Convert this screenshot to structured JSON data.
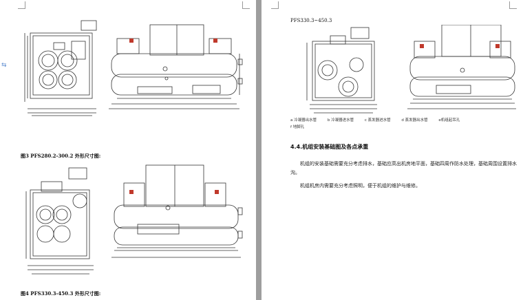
{
  "left_page": {
    "figure3_caption": "图3  PFS280.2-300.2 外形尺寸图:",
    "figure4_caption": "图4  PFS330.3-450.3 外形尺寸图:"
  },
  "right_page": {
    "model_header": "PFS330.3~450.3",
    "legend": {
      "a": "a 冷凝器出水管",
      "b": "b 冷凝器进水管",
      "c": "c 蒸发器进水管",
      "d": "d 蒸发器出水管",
      "e": "e机组起吊孔",
      "f": "f  地脚孔"
    },
    "section_title": "4.4.机组安装基础图及各点承重",
    "paragraph1": "机组的安装基础需要充分考虑排水，基础应高出机房地平面，基础四周作防水处理，基础周围设置排水沟。",
    "paragraph2": "机组机房内需要充分考虑照明，便于机组的维护与维修。"
  },
  "icons": {
    "sidebar": "drag-handle-icon"
  }
}
